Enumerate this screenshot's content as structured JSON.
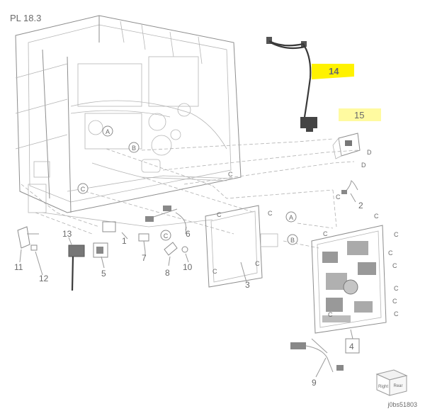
{
  "plate": "PL 18.3",
  "drawing_id": "j0bs51803",
  "view_cube": {
    "front": "Right",
    "side": "Rear"
  },
  "highlights": {
    "color_yellow": "#fff200",
    "color_pale": "#fffaa0"
  },
  "parts": [
    {
      "num": "1"
    },
    {
      "num": "2"
    },
    {
      "num": "3"
    },
    {
      "num": "4"
    },
    {
      "num": "5"
    },
    {
      "num": "6"
    },
    {
      "num": "7"
    },
    {
      "num": "8"
    },
    {
      "num": "9"
    },
    {
      "num": "10"
    },
    {
      "num": "11"
    },
    {
      "num": "12"
    },
    {
      "num": "13"
    },
    {
      "num": "14"
    },
    {
      "num": "15"
    }
  ],
  "markers": {
    "a": "A",
    "b": "B",
    "c": "C",
    "d": "D"
  }
}
